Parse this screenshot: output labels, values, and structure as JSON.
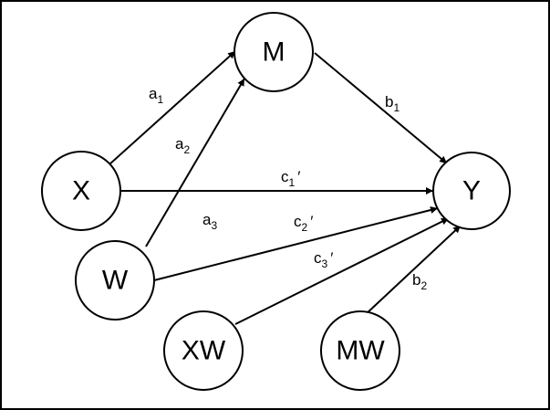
{
  "nodes": [
    {
      "id": "M",
      "label": "M"
    },
    {
      "id": "X",
      "label": "X"
    },
    {
      "id": "Y",
      "label": "Y"
    },
    {
      "id": "W",
      "label": "W"
    },
    {
      "id": "XW",
      "label": "XW"
    },
    {
      "id": "MW",
      "label": "MW"
    }
  ],
  "edges": [
    {
      "id": "a1",
      "from": "X",
      "to": "M",
      "label": {
        "base": "a",
        "sub": "1",
        "prime": ""
      }
    },
    {
      "id": "a2",
      "from": "W",
      "to": "M",
      "label": {
        "base": "a",
        "sub": "2",
        "prime": ""
      }
    },
    {
      "id": "b1",
      "from": "M",
      "to": "Y",
      "label": {
        "base": "b",
        "sub": "1",
        "prime": ""
      }
    },
    {
      "id": "c1",
      "from": "X",
      "to": "Y",
      "label": {
        "base": "c",
        "sub": "1",
        "prime": "′"
      }
    },
    {
      "id": "a3",
      "from": "",
      "to": "",
      "label": {
        "base": "a",
        "sub": "3",
        "prime": ""
      }
    },
    {
      "id": "c2",
      "from": "W",
      "to": "Y",
      "label": {
        "base": "c",
        "sub": "2",
        "prime": "′"
      }
    },
    {
      "id": "c3",
      "from": "XW",
      "to": "Y",
      "label": {
        "base": "c",
        "sub": "3",
        "prime": "′"
      }
    },
    {
      "id": "b2",
      "from": "MW",
      "to": "Y",
      "label": {
        "base": "b",
        "sub": "2",
        "prime": ""
      }
    }
  ]
}
